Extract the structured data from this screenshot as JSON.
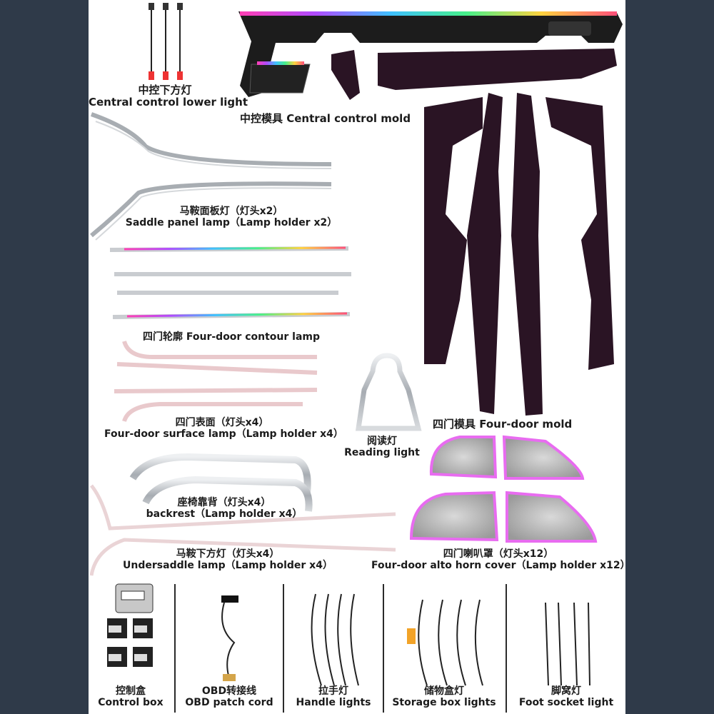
{
  "parts": {
    "central_lower": {
      "zh": "中控下方灯",
      "en": "Central control lower light"
    },
    "central_mold": {
      "text": "中控模具 Central control mold"
    },
    "saddle_panel": {
      "zh": "马鞍面板灯（灯头x2）",
      "en": "Saddle panel lamp（Lamp holder x2）"
    },
    "four_door_contour": {
      "text": "四门轮廓 Four-door contour lamp"
    },
    "four_door_surface": {
      "zh": "四门表面（灯头x4）",
      "en": "Four-door surface lamp（Lamp holder x4）"
    },
    "reading_light": {
      "zh": "阅读灯",
      "en": "Reading light"
    },
    "four_door_mold": {
      "text": "四门模具 Four-door mold"
    },
    "backrest": {
      "zh": "座椅靠背（灯头x4）",
      "en": "backrest（Lamp holder x4）"
    },
    "undersaddle": {
      "zh": "马鞍下方灯（灯头x4）",
      "en": "Undersaddle lamp（Lamp holder x4）"
    },
    "horn_cover": {
      "zh": "四门喇叭罩（灯头x12）",
      "en": "Four-door alto horn cover（Lamp holder x12）"
    }
  },
  "accessories": [
    {
      "zh": "控制盒",
      "en": "Control box"
    },
    {
      "zh": "OBD转接线",
      "en": "OBD patch cord"
    },
    {
      "zh": "拉手灯",
      "en": "Handle lights"
    },
    {
      "zh": "储物盒灯",
      "en": "Storage box lights"
    },
    {
      "zh": "脚窝灯",
      "en": "Foot socket light"
    }
  ],
  "colors": {
    "mold": "#2a1424",
    "star": "#ff5bd0",
    "lamp_pink": "#e86cf0",
    "chrome": "#bfc3c8"
  }
}
